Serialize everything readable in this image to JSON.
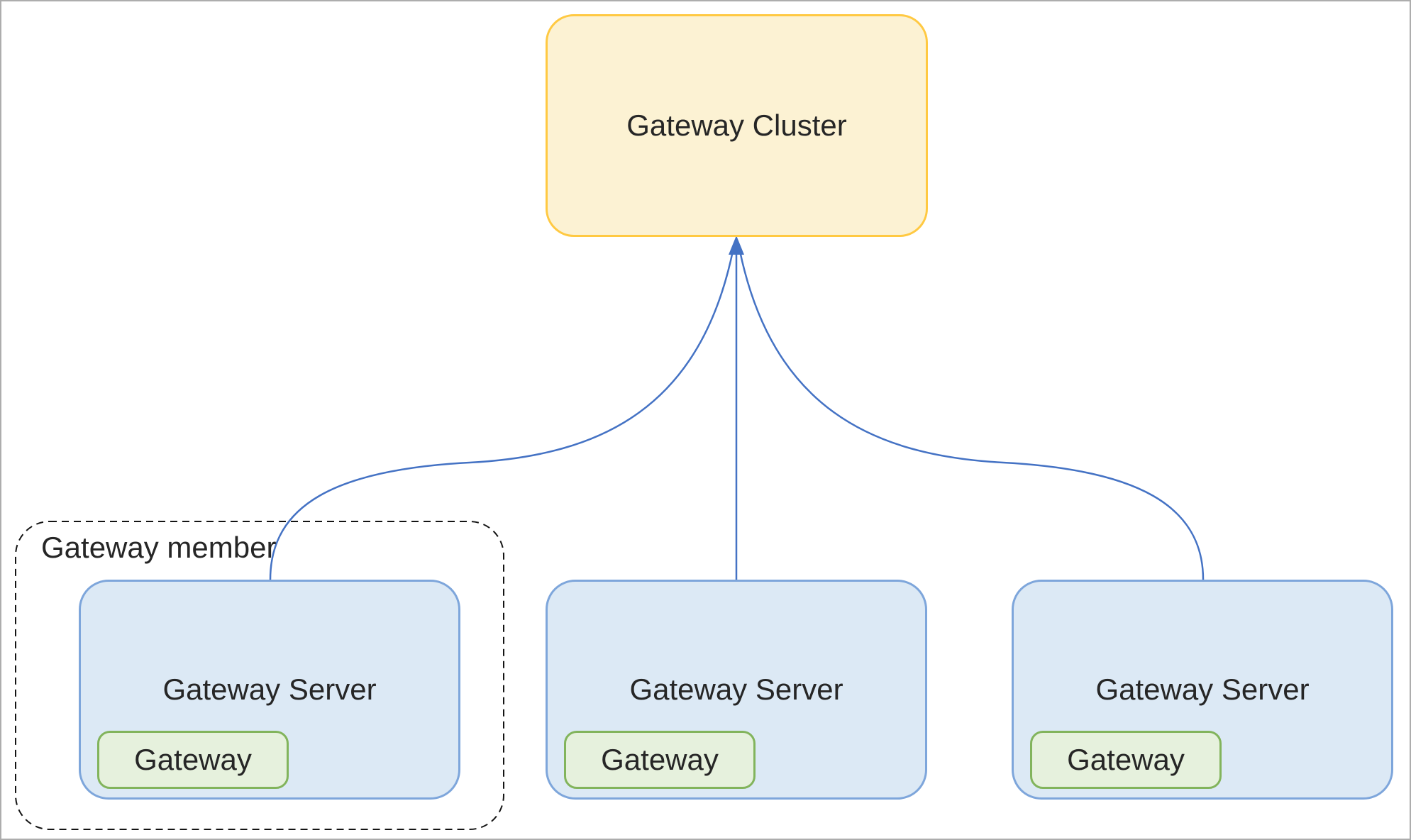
{
  "colors": {
    "cluster_fill": "#FCF2D3",
    "cluster_border": "#FFC942",
    "server_fill": "#DCE9F5",
    "server_border": "#7EA6DB",
    "gateway_fill": "#E6F1DD",
    "gateway_border": "#82B45C",
    "arrow": "#4472C4",
    "group_border": "#141414",
    "text": "#262626",
    "frame": "#ADADAD"
  },
  "cluster": {
    "label": "Gateway Cluster"
  },
  "group": {
    "label": "Gateway member"
  },
  "servers": [
    {
      "label": "Gateway Server",
      "gateway": "Gateway"
    },
    {
      "label": "Gateway Server",
      "gateway": "Gateway"
    },
    {
      "label": "Gateway Server",
      "gateway": "Gateway"
    }
  ]
}
